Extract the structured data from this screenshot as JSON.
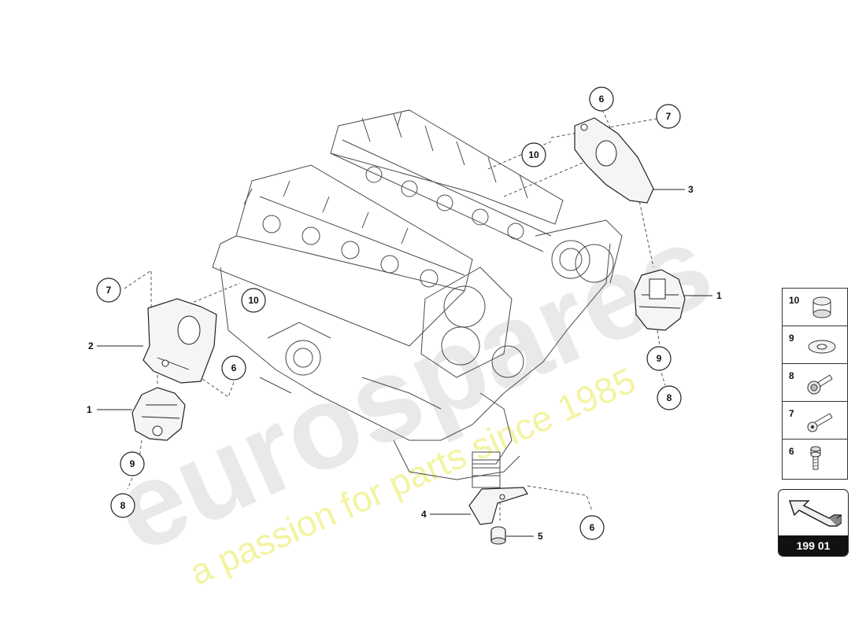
{
  "watermark": {
    "brand": "eurospares",
    "tagline": "a passion for parts since 1985"
  },
  "callouts": [
    {
      "id": "c-left-7",
      "text": "7"
    },
    {
      "id": "c-left-10",
      "text": "10"
    },
    {
      "id": "c-left-6",
      "text": "6"
    },
    {
      "id": "c-left-9",
      "text": "9"
    },
    {
      "id": "c-left-8",
      "text": "8"
    },
    {
      "id": "c-top-6",
      "text": "6"
    },
    {
      "id": "c-top-7",
      "text": "7"
    },
    {
      "id": "c-top-10",
      "text": "10"
    },
    {
      "id": "c-right-9",
      "text": "9"
    },
    {
      "id": "c-right-8",
      "text": "8"
    },
    {
      "id": "c-bottom-6",
      "text": "6"
    }
  ],
  "labels": [
    {
      "id": "lbl-left-2",
      "text": "2"
    },
    {
      "id": "lbl-left-1",
      "text": "1"
    },
    {
      "id": "lbl-top-3",
      "text": "3"
    },
    {
      "id": "lbl-right-1",
      "text": "1"
    },
    {
      "id": "lbl-bottom-4",
      "text": "4"
    },
    {
      "id": "lbl-bottom-5",
      "text": "5"
    }
  ],
  "legend": {
    "items": [
      {
        "number": "10",
        "icon": "bushing-icon"
      },
      {
        "number": "9",
        "icon": "washer-icon"
      },
      {
        "number": "8",
        "icon": "flange-bolt-icon"
      },
      {
        "number": "7",
        "icon": "hex-bolt-icon"
      },
      {
        "number": "6",
        "icon": "socket-cap-screw-icon"
      }
    ]
  },
  "reference": {
    "number": "199 01",
    "icon": "direction-arrow-icon"
  }
}
